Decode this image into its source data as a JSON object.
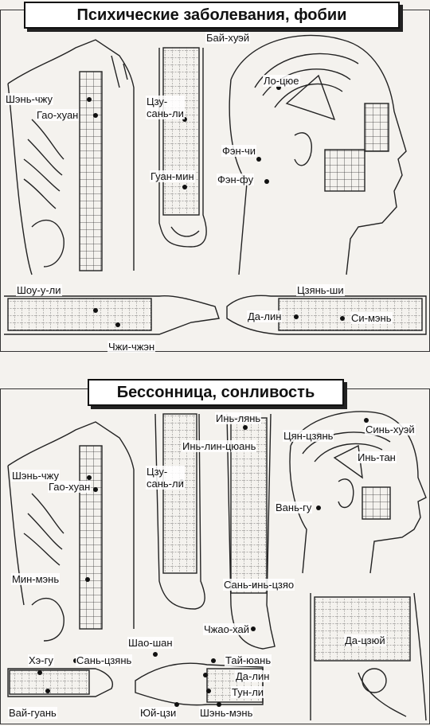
{
  "sections": [
    {
      "title": "Психические заболевания, фобии",
      "points": {
        "bai_huei": "Бай-хуэй",
        "shen_chzhu": "Шэнь-чжу",
        "lo_tsiue": "Ло-цюе",
        "tsu_san_li": "Цзу-\nсань-ли",
        "gao_huan": "Гао-хуан",
        "fen_chi": "Фэн-чи",
        "fen_fu": "Фэн-фу",
        "guan_min": "Гуан-мин",
        "shou_u_li": "Шоу-у-ли",
        "tszyan_shi": "Цзянь-ши",
        "da_lin": "Да-лин",
        "si_men": "Си-мэнь",
        "chzhi_chzhen": "Чжи-чжэн"
      }
    },
    {
      "title": "Бессонница, сонливость",
      "points": {
        "in_lyan": "Инь-лянь",
        "tsyan_tszyan": "Цян-цзянь",
        "sin_huei": "Синь-хуэй",
        "shen_chzhu": "Шэнь-чжу",
        "in_lin_tsyuan": "Инь-лин-цюань",
        "in_tan": "Инь-тан",
        "gao_huan": "Гао-хуан",
        "tsu_san_li": "Цзу-\nсань-ли",
        "van_gu": "Вань-гу",
        "min_men": "Мин-мэнь",
        "san_in_tszyao": "Сань-инь-цзяо",
        "chzhao_hai": "Чжао-хай",
        "shao_shan": "Шао-шан",
        "da_tszyui": "Да-цзюй",
        "he_gu": "Хэ-гу",
        "san_tszyan": "Сань-цзянь",
        "tai_yuan": "Тай-юань",
        "da_lin": "Да-лин",
        "tun_li": "Тун-ли",
        "vai_guan": "Вай-гуань",
        "yui_tszi": "Юй-цзи",
        "shen_men": "Шэнь-мэнь"
      }
    }
  ]
}
